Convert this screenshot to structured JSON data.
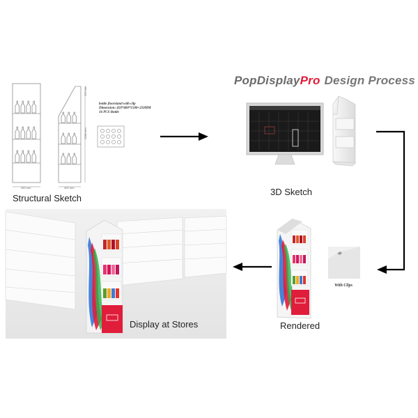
{
  "header": {
    "brand_name": "PopDisplay",
    "brand_pro": "Pro",
    "subtitle": "Design Process"
  },
  "sketch": {
    "note_line1": "bottle floorstand with clip",
    "note_line2": "Dimension: 450*400*1580+250MM",
    "note_line3": "16 PCS Bottle",
    "dim_width_front": "450 mm",
    "dim_width_side": "400 mm",
    "dim_height": "1580 mm",
    "dim_header": "250 mm"
  },
  "steps": [
    {
      "label": "Structural Sketch"
    },
    {
      "label": "3D Sketch"
    },
    {
      "label": "Rendered"
    },
    {
      "label": "Display at Stores"
    }
  ],
  "clip_label": "With Clips",
  "colors": {
    "accent_red": "#e01d3a",
    "arrow": "#000000",
    "brand_gray": "#6b6b6b"
  }
}
